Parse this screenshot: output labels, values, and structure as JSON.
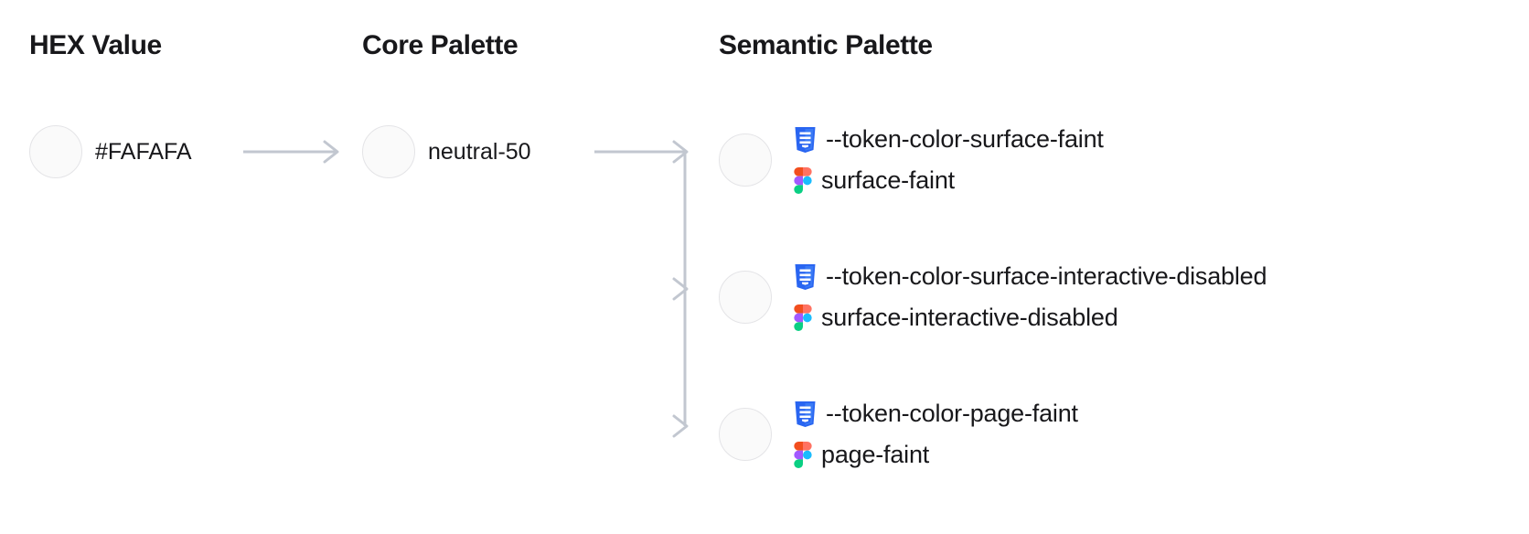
{
  "columns": {
    "hex": "HEX Value",
    "core": "Core Palette",
    "semantic": "Semantic Palette"
  },
  "hex": {
    "value": "#FAFAFA",
    "swatch_color": "#FAFAFA",
    "swatch_border": "#E4E4E7"
  },
  "core": {
    "value": "neutral-50",
    "swatch_color": "#FAFAFA",
    "swatch_border": "#E4E4E7"
  },
  "semantic": {
    "rows": [
      {
        "css_icon": "css3-icon",
        "css_token": "--token-color-surface-faint",
        "figma_icon": "figma-icon",
        "figma_token": "surface-faint",
        "swatch_color": "#FAFAFA"
      },
      {
        "css_icon": "css3-icon",
        "css_token": "--token-color-surface-interactive-disabled",
        "figma_icon": "figma-icon",
        "figma_token": "surface-interactive-disabled",
        "swatch_color": "#FAFAFA"
      },
      {
        "css_icon": "css3-icon",
        "css_token": "--token-color-page-faint",
        "figma_icon": "figma-icon",
        "figma_token": "page-faint",
        "swatch_color": "#FAFAFA"
      }
    ]
  },
  "colors": {
    "text": "#18181b",
    "connector": "#C2C7D0",
    "css_blue": "#2965F1",
    "css_blue_light": "#3A7AF5",
    "figma_orange": "#F24E1E",
    "figma_red": "#FF7262",
    "figma_purple": "#A259FF",
    "figma_blue": "#1ABCFE",
    "figma_green": "#0ACF83",
    "background": "#FFFFFF"
  }
}
